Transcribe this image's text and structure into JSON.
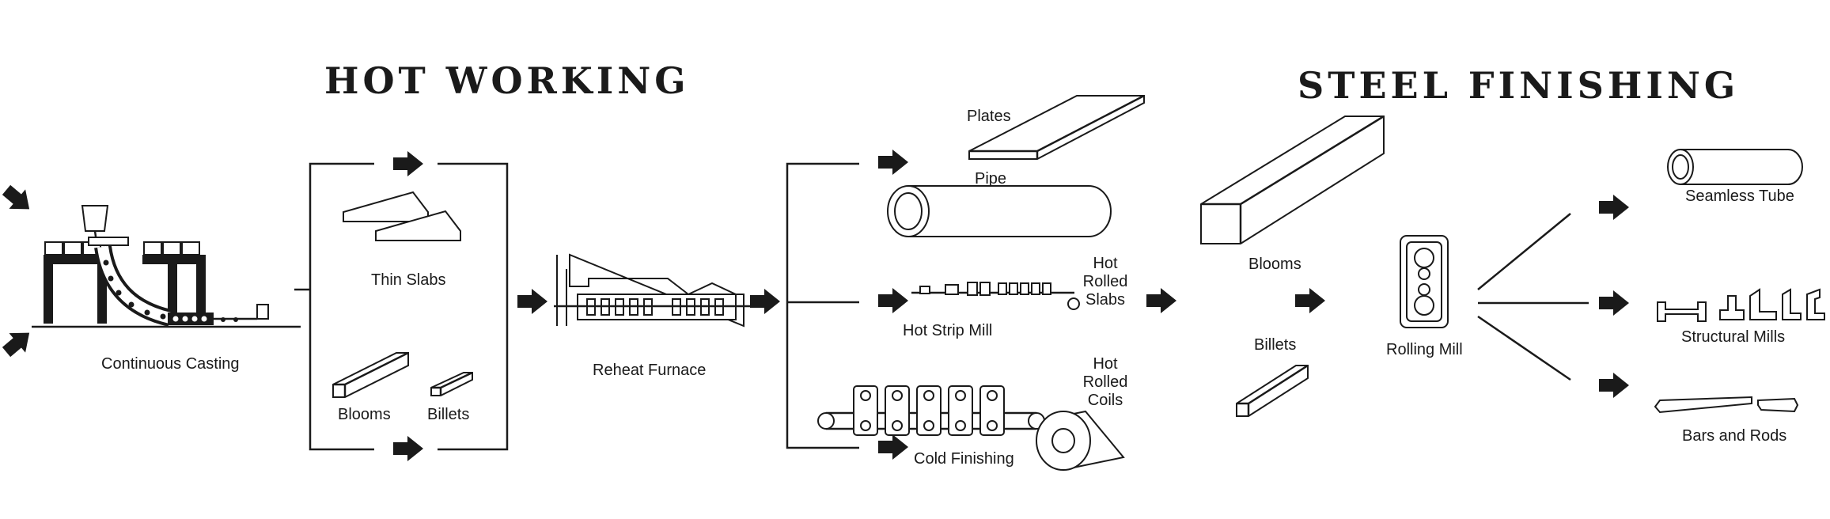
{
  "titles": {
    "hot_working": "HOT WORKING",
    "steel_finishing": "STEEL FINISHING"
  },
  "labels": {
    "continuous_casting": "Continuous Casting",
    "thin_slabs": "Thin Slabs",
    "blooms_left": "Blooms",
    "billets_left": "Billets",
    "reheat_furnace": "Reheat Furnace",
    "plates": "Plates",
    "pipe": "Pipe",
    "hot_strip_mill": "Hot Strip Mill",
    "hot_rolled_slabs": [
      "Hot",
      "Rolled",
      "Slabs"
    ],
    "hot_rolled_coils": [
      "Hot",
      "Rolled",
      "Coils"
    ],
    "cold_finishing": "Cold Finishing",
    "blooms_right": "Blooms",
    "billets_right": "Billets",
    "rolling_mill": "Rolling Mill",
    "seamless_tube": "Seamless Tube",
    "structural_mills": "Structural Mills",
    "bars_and_rods": "Bars and Rods"
  }
}
